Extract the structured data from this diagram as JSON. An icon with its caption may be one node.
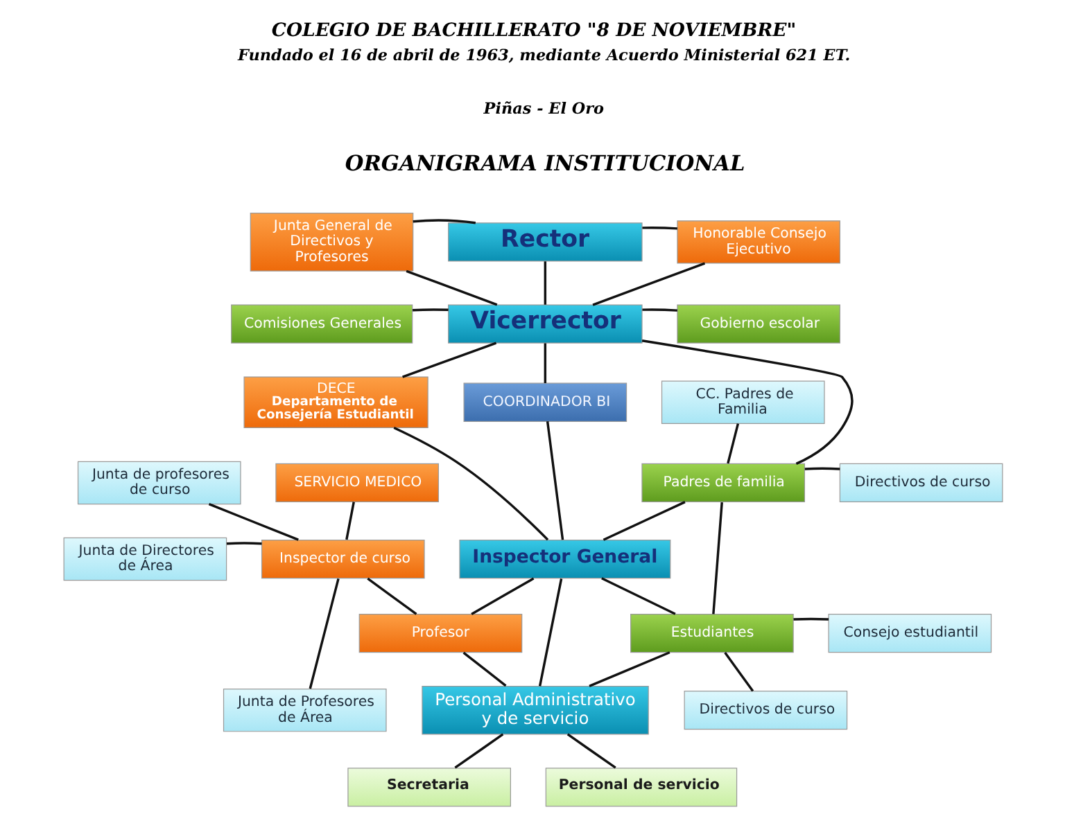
{
  "diagram": {
    "title": "COLEGIO DE BACHILLERATO \"8 DE NOVIEMBRE\"",
    "nodes": [
      {
        "text": [
          "Junta General de Directivos y Profesores"
        ]
      },
      {
        "text": [
          "Rector"
        ]
      },
      {
        "text": [
          "Honorable Consejo Ejecutivo"
        ]
      },
      {
        "text": [
          "Comisiones Generales"
        ]
      },
      {
        "text": [
          "Vicerrector"
        ]
      },
      {
        "text": [
          "Gobierno escolar"
        ]
      },
      {
        "text": [
          "COORDINADOR BI"
        ]
      },
      {
        "text": [
          "CC. Padres de Familia"
        ]
      },
      {
        "text": [
          "DECE",
          "Departamento de Consejería Estudiantil"
        ]
      },
      {
        "text": [
          "Junta de profesores de curso"
        ]
      },
      {
        "text": [
          "Padres de familia"
        ]
      },
      {
        "text": [
          "SERVICIO MEDICO"
        ]
      },
      {
        "text": [
          "Directivos de curso"
        ]
      },
      {
        "text": [
          "Inspector General"
        ]
      },
      {
        "text": [
          "Junta de Directores de Área"
        ]
      },
      {
        "text": [
          "Inspector de curso"
        ]
      },
      {
        "text": [
          "Consejo estudiantil"
        ]
      },
      {
        "text": [
          "Profesor"
        ]
      },
      {
        "text": [
          "Estudiantes"
        ]
      },
      {
        "text": [
          "Junta de Profesores de Área"
        ]
      },
      {
        "text": [
          "Directivos de curso"
        ]
      },
      {
        "text": [
          "Personal Administrativo y de servicio"
        ]
      },
      {
        "text": [
          "Secretaria"
        ]
      },
      {
        "text": [
          "Personal de servicio"
        ]
      }
    ],
    "edges": [
      {
        "from": 0,
        "to": 1,
        "arrow": "none"
      },
      {
        "from": 1,
        "to": 2,
        "arrow": "none"
      },
      {
        "from": 0,
        "to": 4,
        "arrow": "none"
      },
      {
        "from": 2,
        "to": 4,
        "arrow": "none"
      },
      {
        "from": 1,
        "to": 4,
        "arrow": "none"
      },
      {
        "from": 3,
        "to": 4,
        "arrow": "none"
      },
      {
        "from": 4,
        "to": 5,
        "arrow": "none"
      },
      {
        "from": 4,
        "to": 6,
        "arrow": "none"
      },
      {
        "from": 6,
        "to": 13,
        "arrow": "none"
      },
      {
        "from": 13,
        "to": 21,
        "arrow": "none"
      },
      {
        "from": 4,
        "to": 8,
        "arrow": "none"
      },
      {
        "from": 4,
        "to": 10,
        "arrow": "none"
      },
      {
        "from": 10,
        "to": 18,
        "arrow": "none"
      },
      {
        "from": 18,
        "to": 21,
        "arrow": "none"
      },
      {
        "from": 21,
        "to": 17,
        "arrow": "none"
      },
      {
        "from": 17,
        "to": 15,
        "arrow": "none"
      },
      {
        "from": 15,
        "to": 11,
        "arrow": "none"
      },
      {
        "from": 8,
        "to": 13,
        "arrow": "none"
      },
      {
        "from": 17,
        "to": 13,
        "arrow": "none"
      },
      {
        "from": 13,
        "to": 10,
        "arrow": "none"
      },
      {
        "from": 13,
        "to": 18,
        "arrow": "none"
      },
      {
        "from": 10,
        "to": 7,
        "arrow": "none"
      },
      {
        "from": 10,
        "to": 12,
        "arrow": "none"
      },
      {
        "from": 18,
        "to": 16,
        "arrow": "none"
      },
      {
        "from": 18,
        "to": 20,
        "arrow": "none"
      },
      {
        "from": 9,
        "to": 15,
        "arrow": "none"
      },
      {
        "from": 14,
        "to": 15,
        "arrow": "none"
      },
      {
        "from": 19,
        "to": 15,
        "arrow": "none"
      },
      {
        "from": 21,
        "to": 22,
        "arrow": "none"
      },
      {
        "from": 21,
        "to": 23,
        "arrow": "none"
      }
    ],
    "labels": [
      "Fundado el 16 de abril de 1963, mediante Acuerdo Ministerial 621 ET.",
      "Piñas - El Oro",
      "ORGANIGRAMA INSTITUCIONAL"
    ]
  }
}
